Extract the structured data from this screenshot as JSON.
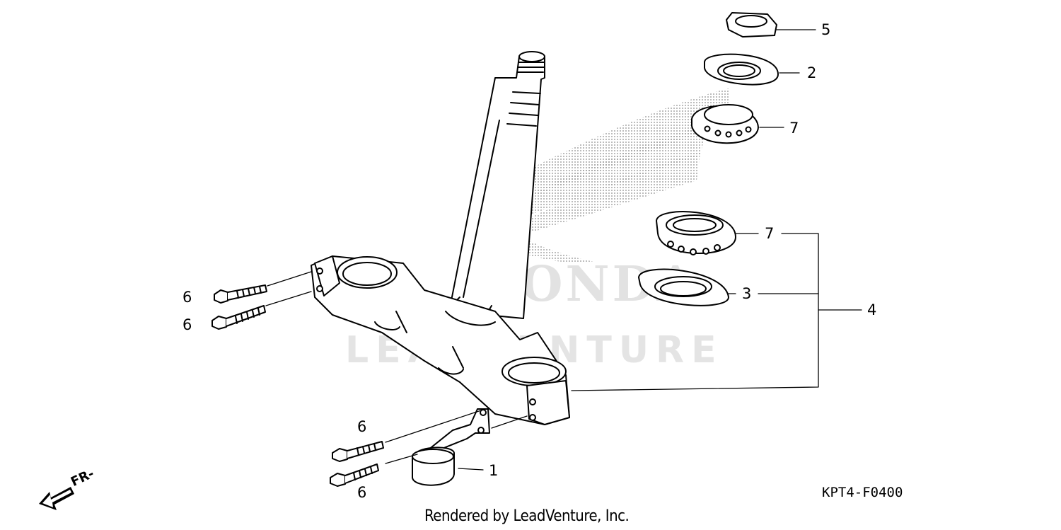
{
  "diagram": {
    "callouts": {
      "c1": "1",
      "c2": "2",
      "c3": "3",
      "c4": "4",
      "c5": "5",
      "c6a": "6",
      "c6b": "6",
      "c6c": "6",
      "c6d": "6",
      "c7a": "7",
      "c7b": "7"
    },
    "front_indicator": "FR-",
    "diagram_code": "KPT4-F0400",
    "credit": "Rendered by LeadVenture, Inc.",
    "watermark": {
      "brand": "HONDA",
      "company": "LEADVENTURE"
    }
  },
  "colors": {
    "line": "#000000",
    "watermark": "#e0e0e0",
    "stipple": "#9a9a9a"
  }
}
